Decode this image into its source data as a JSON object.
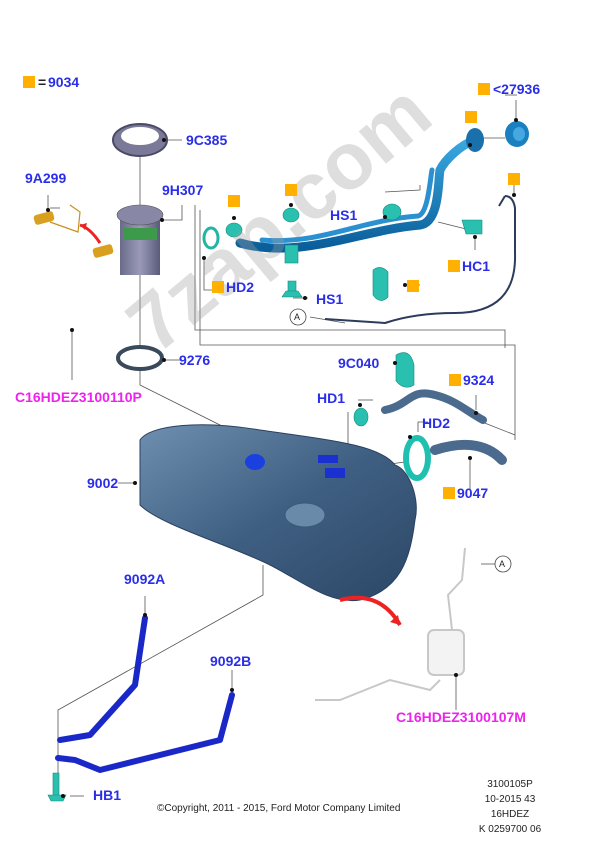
{
  "diagram": {
    "title": "Fuel tank and related parts exploded view",
    "legend": {
      "symbol": "orange-square",
      "symbol_color": "#ffb000",
      "equals": "=",
      "part": "9034"
    },
    "label_color": "#2a2ee8",
    "reference_color": "#ee22ee",
    "labels": {
      "p9c385": "9C385",
      "p9a299": "9A299",
      "p9h307": "9H307",
      "p27936": "<27936",
      "hs1_top": "HS1",
      "hs1_bottom": "HS1",
      "hd2_top": "HD2",
      "hc1": "HC1",
      "p9276": "9276",
      "ref_pump": "C16HDEZ3100110P",
      "p9c040": "9C040",
      "p9324": "9324",
      "hd1": "HD1",
      "hd2_bottom": "HD2",
      "p9002": "9002",
      "p9047": "9047",
      "p9092a": "9092A",
      "p9092b": "9092B",
      "ref_canister": "C16HDEZ3100107M",
      "hb1": "HB1",
      "callout_a1": "A",
      "callout_a2": "A"
    },
    "watermark": "7zap.com",
    "reference_block": [
      "3100105P",
      "10-2015 43",
      "16HDEZ",
      "K 0259700 06"
    ],
    "copyright": "©Copyright, 2011 - 2015, Ford Motor Company Limited"
  }
}
